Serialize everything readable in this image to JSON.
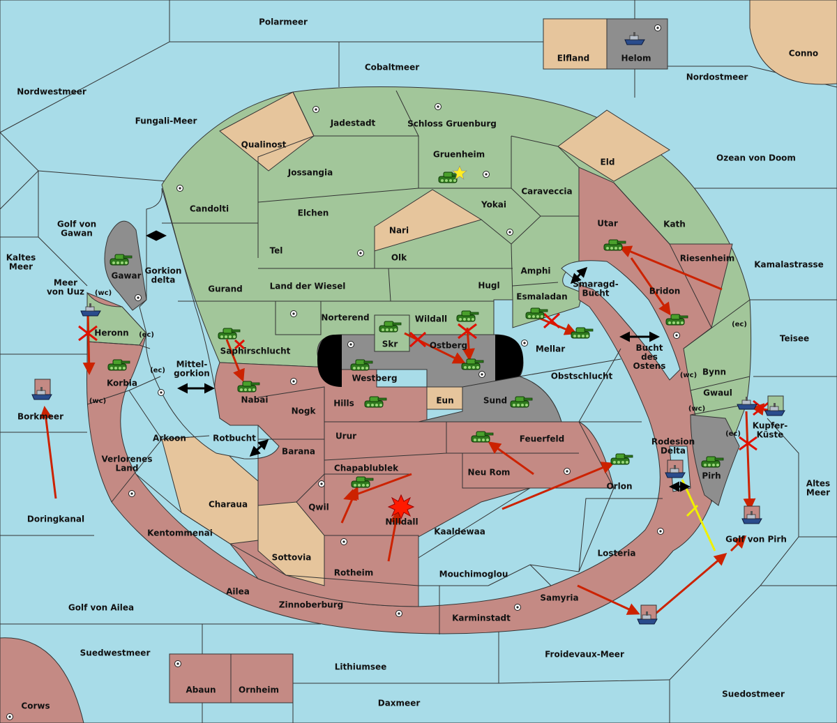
{
  "regions": {
    "polarmeer": "Polarmeer",
    "elfland": "Elfland",
    "helom": "Helom",
    "conno": "Conno",
    "cobaltmeer": "Cobaltmeer",
    "nordostmeer": "Nordostmeer",
    "nordwestmeer": "Nordwestmeer",
    "fungali_meer": "Fungali-Meer",
    "jadestadt": "Jadestadt",
    "schloss_gruenburg": "Schloss Gruenburg",
    "qualinost": "Qualinost",
    "gruenheim": "Gruenheim",
    "eld": "Eld",
    "ozean_von_doom": "Ozean von Doom",
    "jossangia": "Jossangia",
    "caraveccia": "Caraveccia",
    "candolti": "Candolti",
    "elchen": "Elchen",
    "yokai": "Yokai",
    "golf_von_gawan": "Golf von\nGawan",
    "nari": "Nari",
    "utar": "Utar",
    "kath": "Kath",
    "kaltes_meer": "Kaltes\nMeer",
    "tel": "Tel",
    "olk": "Olk",
    "riesenheim": "Riesenheim",
    "kamalastrasse": "Kamalastrasse",
    "gawar": "Gawar",
    "gorkion_delta": "Gorkion\ndelta",
    "amphi": "Amphi",
    "meer_von_uuz": "Meer\nvon Uuz",
    "gurand": "Gurand",
    "land_der_wiesel": "Land der Wiesel",
    "hugl": "Hugl",
    "smaragd_bucht": "Smaragd-\nBucht",
    "bridon": "Bridon",
    "esmaladan": "Esmaladan",
    "norterend": "Norterend",
    "wildall": "Wildall",
    "heronn": "Heronn",
    "skr": "Skr",
    "ostberg": "Ostberg",
    "mellar": "Mellar",
    "teisee": "Teisee",
    "saphirschlucht": "Saphirschlucht",
    "bucht_des_ostens": "Bucht\ndes\nOstens",
    "korbia": "Korbia",
    "mittelgorkion": "Mittel-\ngorkion",
    "westberg": "Westberg",
    "obstschlucht": "Obstschlucht",
    "bynn": "Bynn",
    "nabai": "Nabai",
    "eun": "Eun",
    "gwaul": "Gwaul",
    "borkmeer": "Borkmeer",
    "hills": "Hills",
    "sund": "Sund",
    "nogk": "Nogk",
    "kupfer_kueste": "Kupfer-\nKüste",
    "arkoon": "Arkoon",
    "rotbucht": "Rotbucht",
    "urur": "Urur",
    "feuerfeld": "Feuerfeld",
    "rodesion_delta": "Rodesion\nDelta",
    "barana": "Barana",
    "verlorenes_land": "Verlorenes\nLand",
    "chapablublek": "Chapablublek",
    "neu_rom": "Neu Rom",
    "pirh": "Pirh",
    "altes_meer": "Altes\nMeer",
    "orlon": "Orlon",
    "qwil": "Qwil",
    "charaua": "Charaua",
    "doringkanal": "Doringkanal",
    "nilldall": "Nilldall",
    "kaaldewaa": "Kaaldewaa",
    "kentommenai": "Kentommenai",
    "golf_von_pirh": "Golf von Pirh",
    "losteria": "Losteria",
    "sottovia": "Sottovia",
    "rotheim": "Rotheim",
    "mouchimoglou": "Mouchimoglou",
    "ailea": "Ailea",
    "samyria": "Samyria",
    "zinnoberburg": "Zinnoberburg",
    "golf_von_ailea": "Golf von Ailea",
    "karminstadt": "Karminstadt",
    "suedwestmeer": "Suedwestmeer",
    "froidevaux_meer": "Froidevaux-Meer",
    "lithiumsee": "Lithiumsee",
    "abaun": "Abaun",
    "ornheim": "Ornheim",
    "suedostmeer": "Suedostmeer",
    "daxmeer": "Daxmeer",
    "corws": "Corws"
  },
  "coasts": {
    "wc": "(wc)",
    "ec": "(ec)"
  },
  "colors": {
    "sea": "#a8dce8",
    "green_power": "#a2c69a",
    "red_power": "#c48a84",
    "neutral": "#e6c59c",
    "impassable": "#8e8e8e",
    "order_arrow": "#cc2200",
    "support_line": "#f0f000",
    "convoy_arrow": "#000000"
  },
  "icons": {
    "army": "tank-icon",
    "fleet": "ship-icon",
    "supply_center": "supply-center-dot-icon",
    "home": "star-icon",
    "dislodged": "explosion-icon",
    "failed_order": "red-x-icon"
  }
}
